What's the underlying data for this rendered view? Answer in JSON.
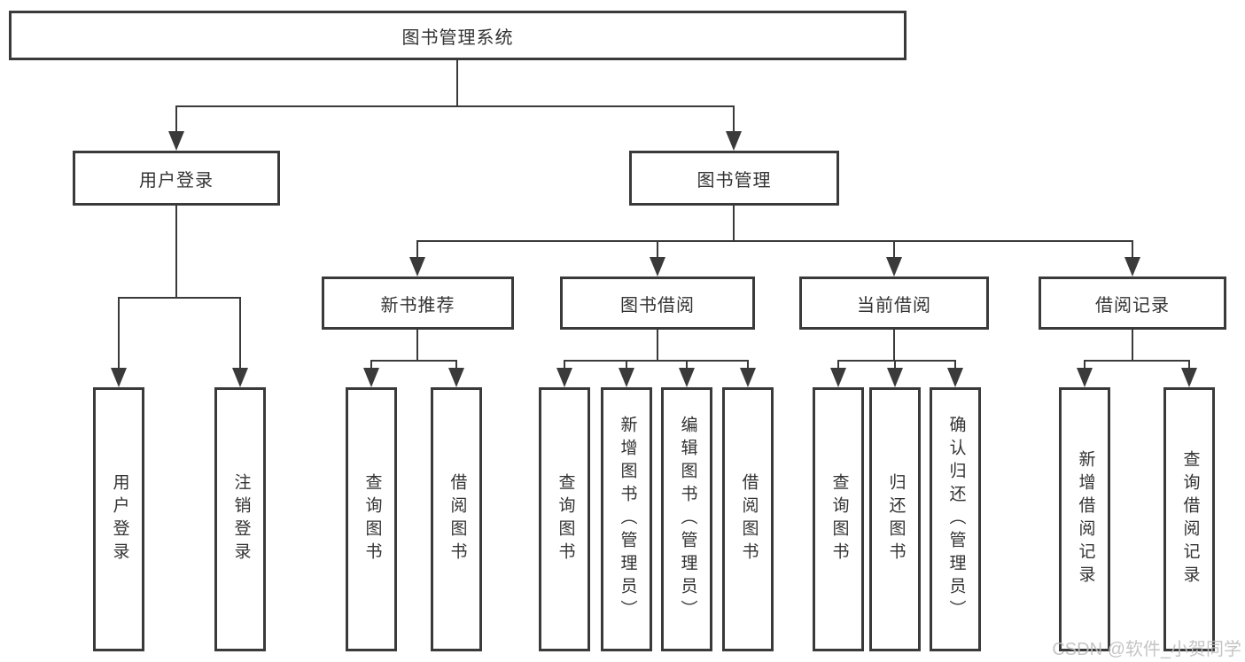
{
  "tree": {
    "label": "图书管理系统",
    "children": [
      {
        "label": "用户登录",
        "children": [
          {
            "label": "用户登录"
          },
          {
            "label": "注销登录"
          }
        ]
      },
      {
        "label": "图书管理",
        "children": [
          {
            "label": "新书推荐",
            "children": [
              {
                "label": "查询图书"
              },
              {
                "label": "借阅图书"
              }
            ]
          },
          {
            "label": "图书借阅",
            "children": [
              {
                "label": "查询图书"
              },
              {
                "label": "新增图书（管理员）"
              },
              {
                "label": "编辑图书（管理员）"
              },
              {
                "label": "借阅图书"
              }
            ]
          },
          {
            "label": "当前借阅",
            "children": [
              {
                "label": "查询图书"
              },
              {
                "label": "归还图书"
              },
              {
                "label": "确认归还（管理员）"
              }
            ]
          },
          {
            "label": "借阅记录",
            "children": [
              {
                "label": "新增借阅记录"
              },
              {
                "label": "查询借阅记录"
              }
            ]
          }
        ]
      }
    ]
  },
  "watermark": {
    "text": "CSDN @软件_小贺同学"
  },
  "colors": {
    "line": "#3a3a3a",
    "text": "#333333",
    "background": "#ffffff",
    "watermark": "#bfbfbf"
  }
}
